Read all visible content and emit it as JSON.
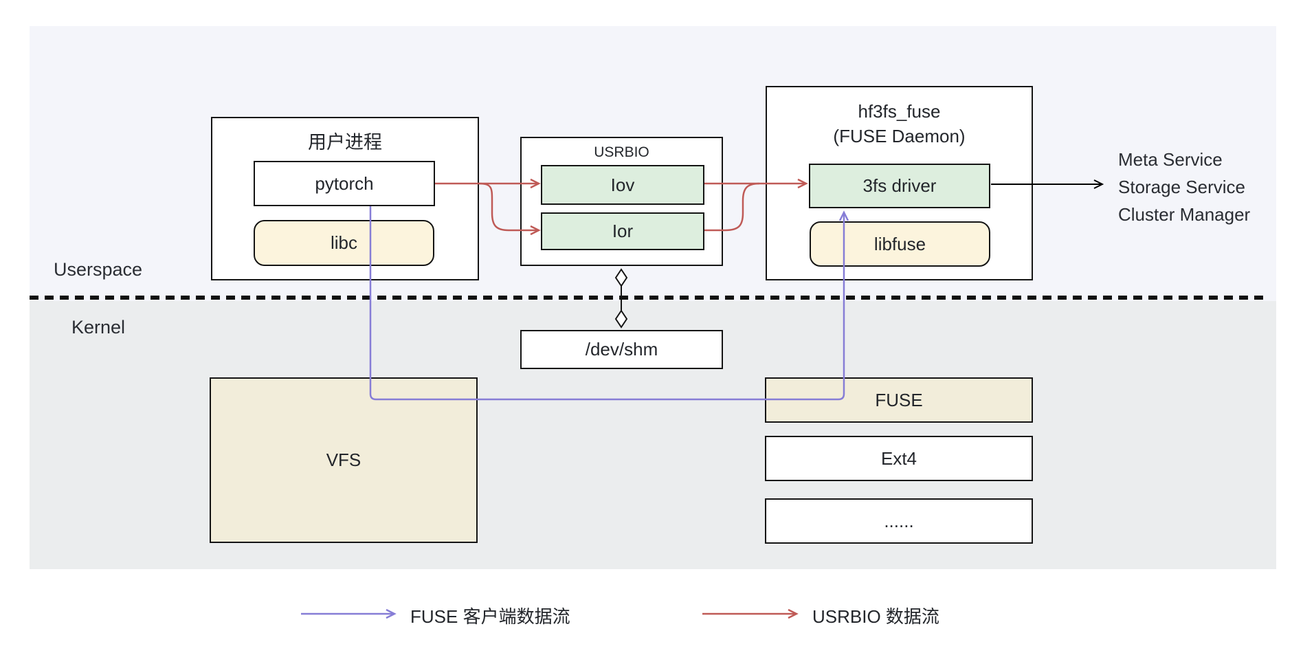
{
  "regions": {
    "userspace_label": "Userspace",
    "kernel_label": "Kernel"
  },
  "groups": {
    "user_process": {
      "title": "用户进程",
      "pytorch": "pytorch",
      "libc": "libc"
    },
    "usrbio": {
      "title": "USRBIO",
      "iov": "Iov",
      "ior": "Ior"
    },
    "hf3fs_fuse": {
      "title_line1": "hf3fs_fuse",
      "title_line2": "(FUSE Daemon)",
      "driver": "3fs driver",
      "libfuse": "libfuse"
    }
  },
  "kernel_boxes": {
    "dev_shm": "/dev/shm",
    "vfs": "VFS",
    "fuse": "FUSE",
    "ext4": "Ext4",
    "more": "......"
  },
  "services": {
    "lines": [
      "Meta Service",
      "Storage Service",
      "Cluster Manager"
    ]
  },
  "legend": {
    "fuse_flow_label": "FUSE 客户端数据流",
    "usrbio_flow_label": "USRBIO 数据流"
  },
  "colors": {
    "usrbio_flow": "#bf5a56",
    "fuse_flow": "#867dd6",
    "plain_arrow": "#000000",
    "box_border": "#141414",
    "green_fill": "#ddeede",
    "yellow_fill": "#fcf4dd",
    "beige_fill": "#f2edda",
    "userspace_bg": "#f4f5fa",
    "kernel_bg": "#ebedee"
  }
}
